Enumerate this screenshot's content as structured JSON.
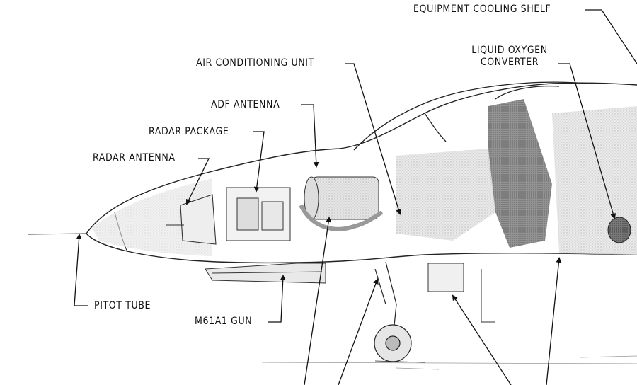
{
  "labels": {
    "equipment_cooling_shelf": "EQUIPMENT COOLING SHELF",
    "liquid_oxygen_line1": "LIQUID OXYGEN",
    "liquid_oxygen_line2": "CONVERTER",
    "air_conditioning_unit": "AIR CONDITIONING UNIT",
    "adf_antenna": "ADF ANTENNA",
    "radar_package": "RADAR PACKAGE",
    "radar_antenna": "RADAR ANTENNA",
    "pitot_tube": "PITOT TUBE",
    "m61a1_gun": "M61A1 GUN"
  },
  "colors": {
    "ink": "#111111",
    "shade_dark": "#3a3a3a",
    "shade_mid": "#8a8a8a",
    "shade_light": "#cfcfcf",
    "paper": "#ffffff"
  }
}
